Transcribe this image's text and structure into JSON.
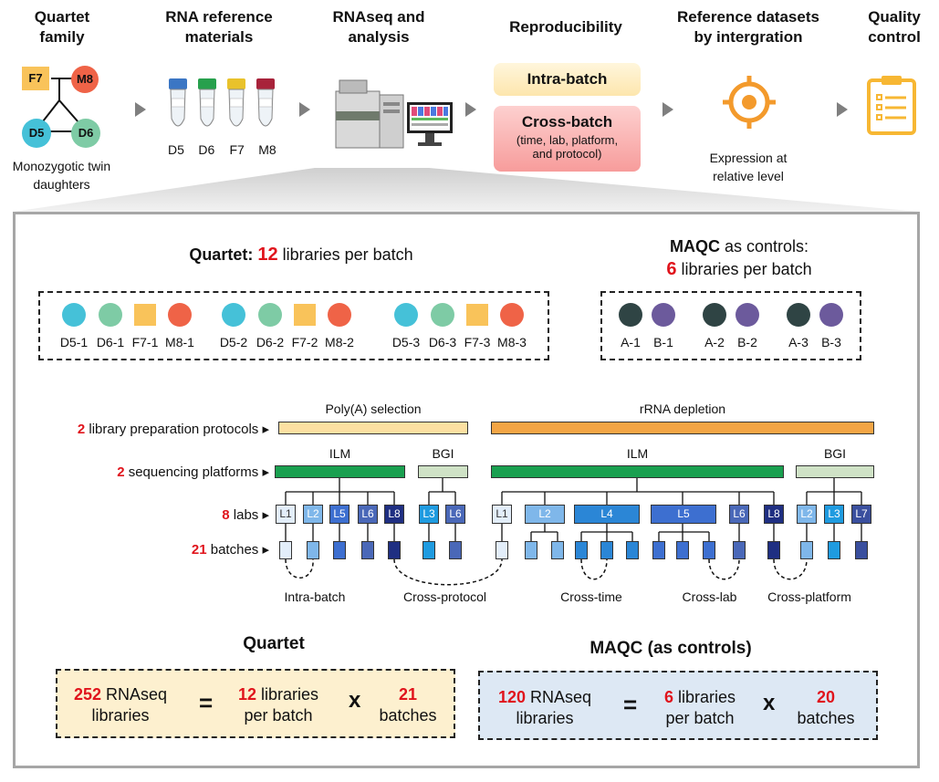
{
  "header": {
    "steps": [
      {
        "title_line1": "Quartet",
        "title_line2": "family"
      },
      {
        "title_line1": "RNA reference",
        "title_line2": "materials"
      },
      {
        "title_line1": "RNAseq and",
        "title_line2": "analysis"
      },
      {
        "title_line1": "Reproducibility",
        "title_line2": ""
      },
      {
        "title_line1": "Reference datasets",
        "title_line2": "by intergration"
      },
      {
        "title_line1": "Quality",
        "title_line2": "control"
      }
    ],
    "family": {
      "members": [
        "F7",
        "M8",
        "D5",
        "D6"
      ],
      "caption_line1": "Monozygotic twin",
      "caption_line2": "daughters"
    },
    "tubes": {
      "labels": [
        "D5",
        "D6",
        "F7",
        "M8"
      ]
    },
    "reproducibility": {
      "intra": "Intra-batch",
      "cross": "Cross-batch",
      "cross_detail_line1": "(time, lab, platform,",
      "cross_detail_line2": "and protocol)"
    },
    "reference": {
      "caption_line1": "Expression at",
      "caption_line2": "relative level"
    }
  },
  "quartet_batch": {
    "title_prefix": "Quartet:",
    "count": "12",
    "title_suffix": "libraries per batch",
    "samples": [
      "D5-1",
      "D6-1",
      "F7-1",
      "M8-1",
      "D5-2",
      "D6-2",
      "F7-2",
      "M8-2",
      "D5-3",
      "D6-3",
      "F7-3",
      "M8-3"
    ]
  },
  "maqc_batch": {
    "title_prefix": "MAQC",
    "title_suffix": "as controls:",
    "count": "6",
    "count_suffix": "libraries per batch",
    "samples": [
      "A-1",
      "B-1",
      "A-2",
      "B-2",
      "A-3",
      "B-3"
    ]
  },
  "design": {
    "rows": [
      {
        "count": "2",
        "label": "library preparation protocols"
      },
      {
        "count": "2",
        "label": "sequencing platforms"
      },
      {
        "count": "8",
        "label": "labs"
      },
      {
        "count": "21",
        "label": "batches"
      }
    ],
    "protocols": [
      "Poly(A) selection",
      "rRNA depletion"
    ],
    "platforms": [
      "ILM",
      "BGI",
      "ILM",
      "BGI"
    ],
    "labs": [
      "L1",
      "L2",
      "L5",
      "L6",
      "L8",
      "L3",
      "L6",
      "L1",
      "L2",
      "L4",
      "L5",
      "L6",
      "L8",
      "L2",
      "L3",
      "L7"
    ],
    "comparisons": [
      "Intra-batch",
      "Cross-protocol",
      "Cross-time",
      "Cross-lab",
      "Cross-platform"
    ]
  },
  "summary": {
    "quartet": {
      "title": "Quartet",
      "total": "252",
      "total_label_1": "RNAseq",
      "total_label_2": "libraries",
      "per_batch": "12",
      "per_batch_label_1": "libraries",
      "per_batch_label_2": "per batch",
      "batches": "21",
      "batches_label": "batches",
      "eq": "=",
      "times": "x"
    },
    "maqc": {
      "title": "MAQC (as controls)",
      "total": "120",
      "total_label_1": "RNAseq",
      "total_label_2": "libraries",
      "per_batch": "6",
      "per_batch_label_1": "libraries",
      "per_batch_label_2": "per batch",
      "batches": "20",
      "batches_label": "batches",
      "eq": "=",
      "times": "x"
    }
  },
  "colors": {
    "D5": "#45c1d8",
    "D6": "#7ecba5",
    "F7": "#f9c35a",
    "M8": "#ef6347",
    "A": "#2f4444",
    "B": "#6c5a9c",
    "polyA": "#fce0a2",
    "rRNA": "#f3a545",
    "ILM": "#1aa050",
    "BGI": "#cfe2c6",
    "intra_bg": "#fde8b8",
    "cross_bg": "#f8a7a6",
    "quartet_box": "#fdf0cf",
    "maqc_box": "#dde8f4",
    "target": "#f39a2c",
    "clipboard": "#f7b733"
  }
}
